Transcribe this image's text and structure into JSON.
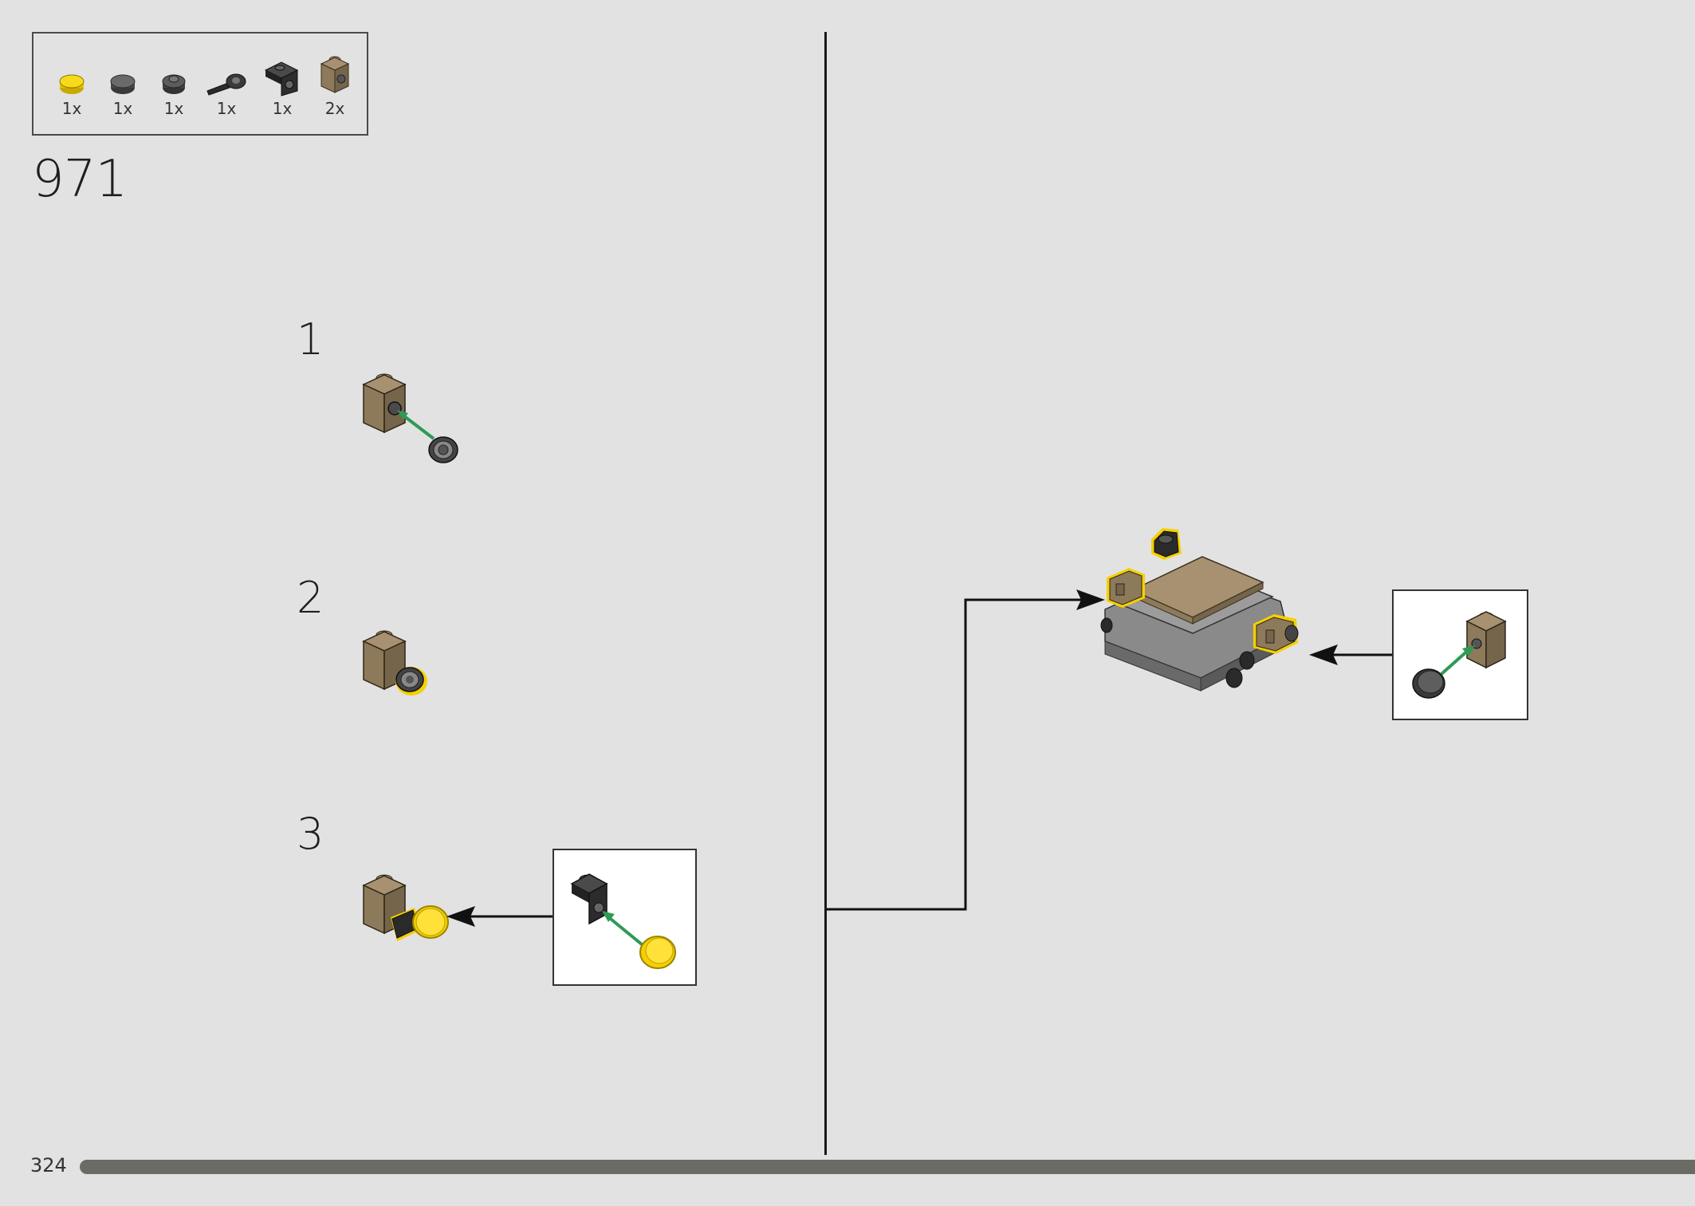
{
  "step_number": "971",
  "page_number": "324",
  "parts": [
    {
      "icon": "yellow-round-tile-icon",
      "qty": "1x"
    },
    {
      "icon": "dark-gray-round-plate-icon",
      "qty": "1x"
    },
    {
      "icon": "dark-gray-round-dish-icon",
      "qty": "1x"
    },
    {
      "icon": "black-bar-holder-icon",
      "qty": "1x"
    },
    {
      "icon": "black-bracket-icon",
      "qty": "1x"
    },
    {
      "icon": "tan-brick-with-stud-icon",
      "qty": "2x"
    }
  ],
  "substeps": [
    {
      "label": "1"
    },
    {
      "label": "2"
    },
    {
      "label": "3"
    }
  ],
  "progress": 1.0,
  "colors": {
    "background": "#e2e2e2",
    "tan": "#8c7a5a",
    "yellow": "#f5d000",
    "dark_gray": "#4a4a4a",
    "black": "#222222",
    "green_arrow": "#2e9a55",
    "progress_bar": "#6b6b66"
  }
}
